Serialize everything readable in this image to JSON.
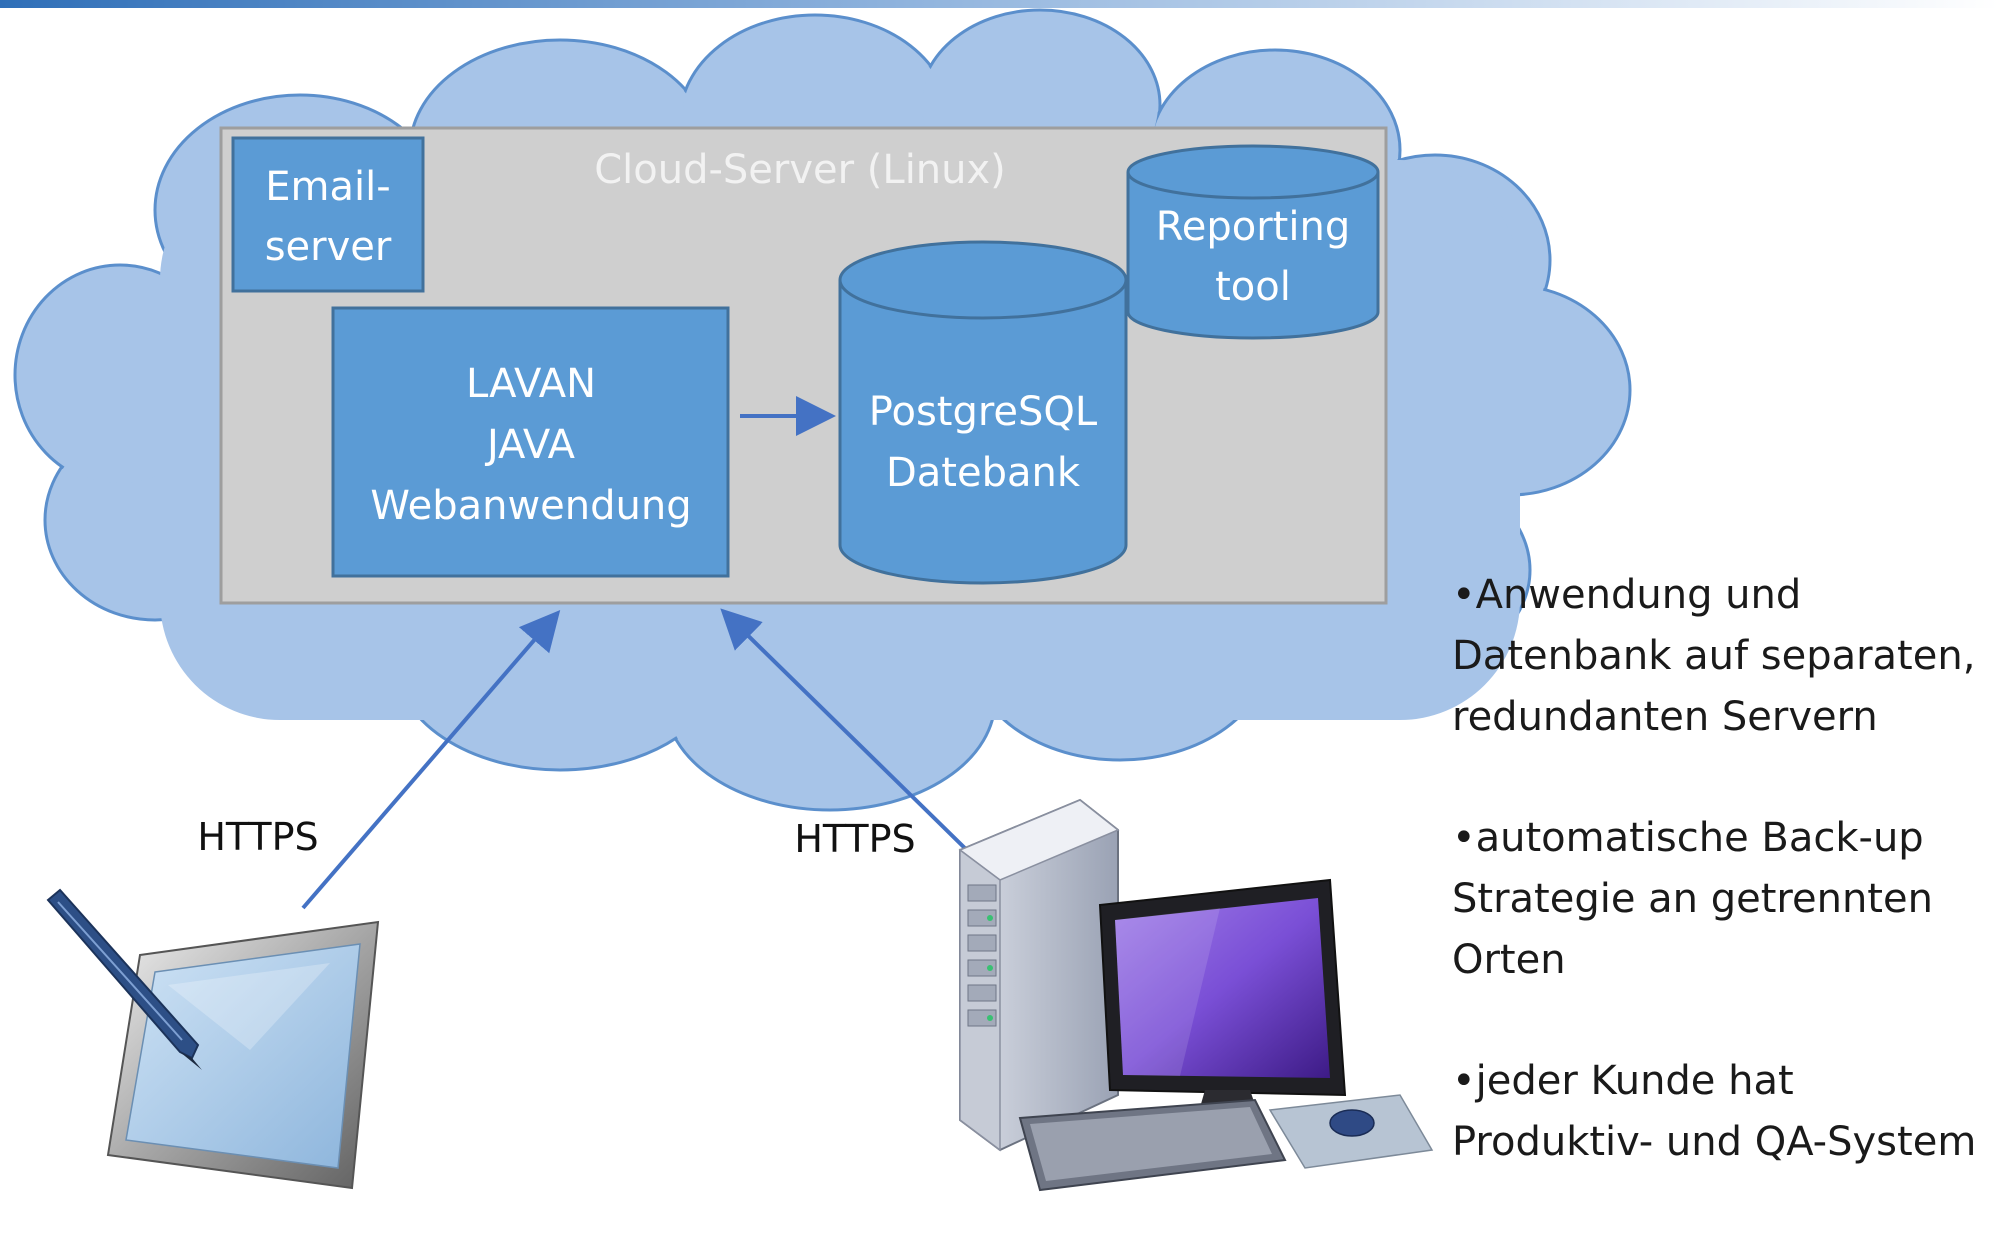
{
  "diagram": {
    "cloud_server_label": "Cloud-Server (Linux)",
    "email_server": [
      "Email-",
      "server"
    ],
    "reporting_tool": [
      "Reporting",
      "tool"
    ],
    "web_app": [
      "LAVAN",
      "JAVA",
      "Webanwendung"
    ],
    "database": [
      "PostgreSQL",
      "Datebank"
    ],
    "https_left": "HTTPS",
    "https_right": "HTTPS"
  },
  "bullets": [
    "•Anwendung und Datenbank auf separaten, redundanten Servern",
    "•automatische Back-up Strategie an getrennten Orten",
    "•jeder Kunde hat Produktiv- und QA-System"
  ],
  "colors": {
    "cloud_fill": "#a7c4e8",
    "cloud_stroke": "#5b8fcc",
    "server_box_fill": "#cfcfcf",
    "component_fill": "#5b9bd5",
    "component_stroke": "#41719c",
    "arrow": "#4472c4"
  }
}
